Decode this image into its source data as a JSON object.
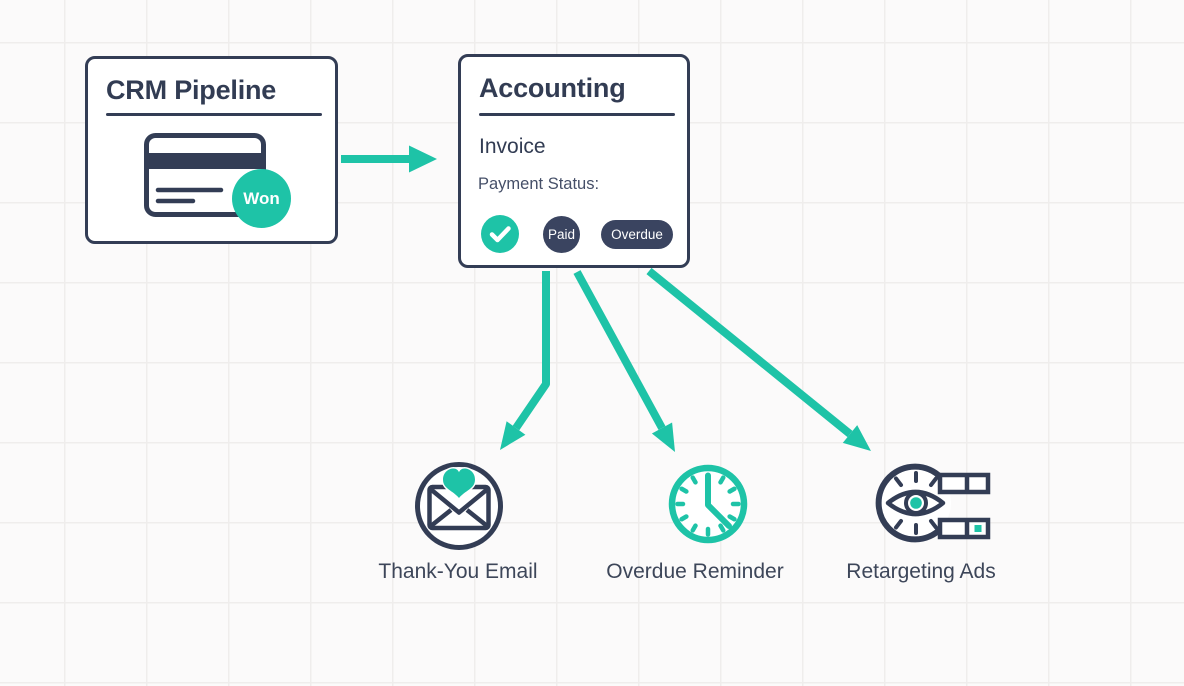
{
  "diagram": {
    "background": {
      "color": "#fbfafa",
      "grid_line_color": "#efedec"
    },
    "palette": {
      "teal_accent": "#1ec3a7",
      "navy_stroke": "#333d55",
      "title_text": "#323c53",
      "label_text": "#3d4659",
      "badge_bg": "#3a4460"
    },
    "crm_card": {
      "title": "CRM Pipeline",
      "icon": "credit-card-icon",
      "badge_label": "Won"
    },
    "accounting_card": {
      "title": "Accounting",
      "subtitle": "Invoice",
      "status_label": "Payment Status:",
      "check_icon": "check-icon",
      "paid_badge_label": "Paid",
      "overdue_badge_label": "Overdue"
    },
    "outputs": [
      {
        "label": "Thank-You Email",
        "icon": "email-heart-icon"
      },
      {
        "label": "Overdue Reminder",
        "icon": "clock-icon"
      },
      {
        "label": "Retargeting Ads",
        "icon": "magnet-eye-icon"
      }
    ],
    "edges": [
      {
        "from": "CRM Pipeline",
        "to": "Accounting"
      },
      {
        "from": "Accounting",
        "to": "Thank-You Email"
      },
      {
        "from": "Accounting",
        "to": "Overdue Reminder"
      },
      {
        "from": "Accounting",
        "to": "Retargeting Ads"
      }
    ]
  }
}
